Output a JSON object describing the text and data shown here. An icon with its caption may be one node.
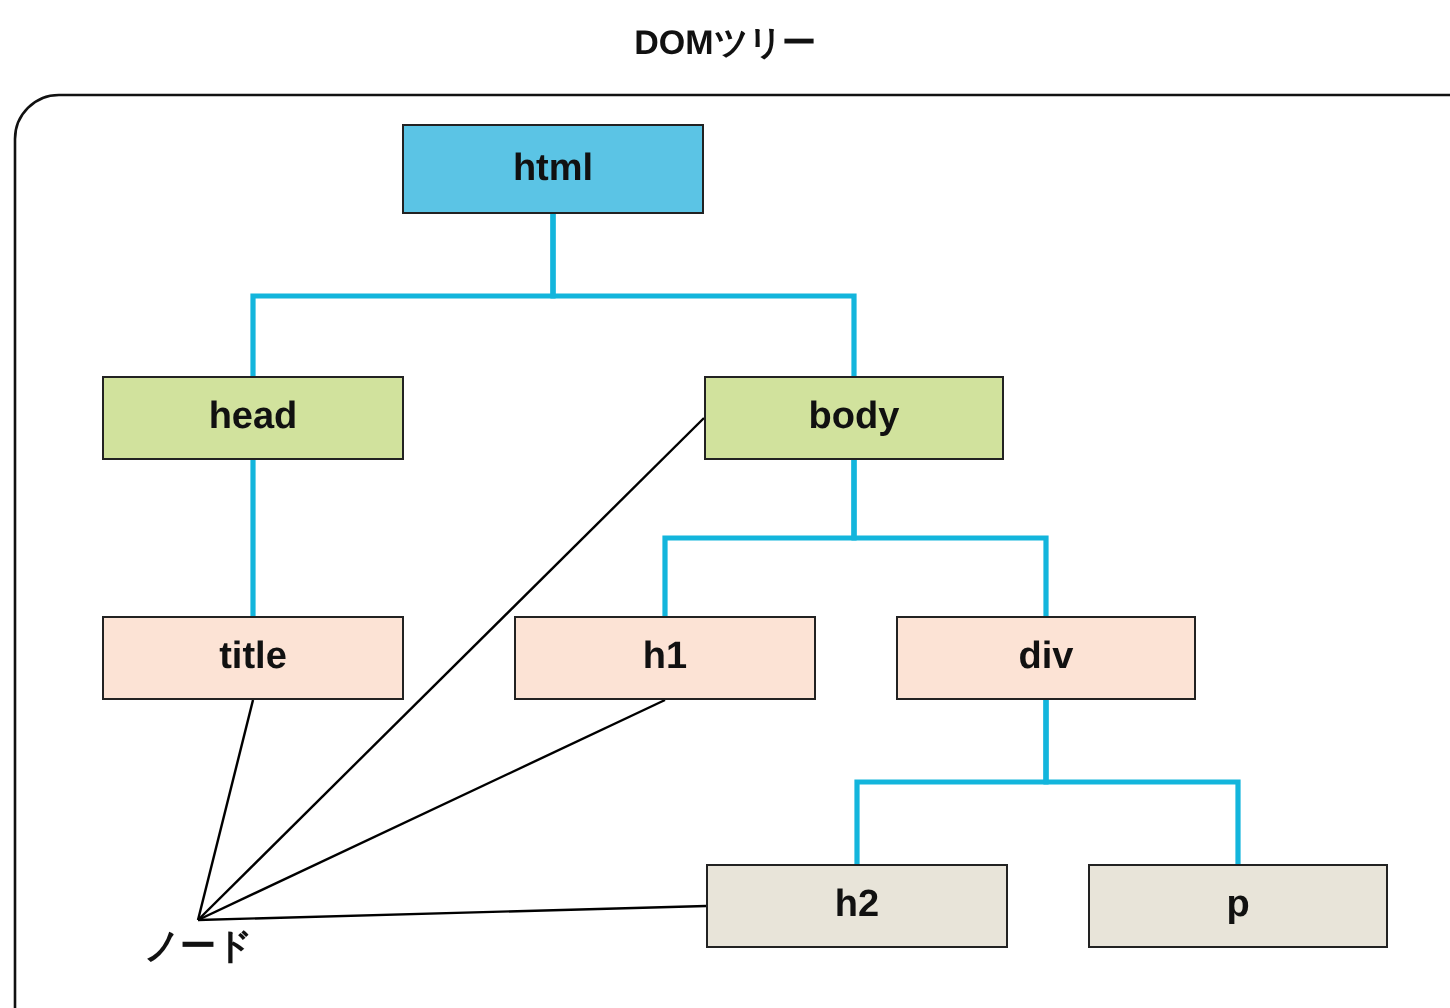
{
  "diagram": {
    "title": "DOMツリー",
    "nodes": [
      {
        "text": [
          "html"
        ]
      },
      {
        "text": [
          "head"
        ]
      },
      {
        "text": [
          "body"
        ]
      },
      {
        "text": [
          "title"
        ]
      },
      {
        "text": [
          "h1"
        ]
      },
      {
        "text": [
          "div"
        ]
      },
      {
        "text": [
          "h2"
        ]
      },
      {
        "text": [
          "p"
        ]
      },
      {
        "text": [
          "ノード"
        ]
      }
    ],
    "edges": [
      {
        "from": 0,
        "to": 1,
        "arrow": "none"
      },
      {
        "from": 0,
        "to": 2,
        "arrow": "none"
      },
      {
        "from": 1,
        "to": 3,
        "arrow": "none"
      },
      {
        "from": 2,
        "to": 4,
        "arrow": "none"
      },
      {
        "from": 2,
        "to": 5,
        "arrow": "none"
      },
      {
        "from": 5,
        "to": 6,
        "arrow": "none"
      },
      {
        "from": 5,
        "to": 7,
        "arrow": "none"
      },
      {
        "from": 8,
        "to": 3,
        "arrow": "none",
        "color": "#000000"
      },
      {
        "from": 8,
        "to": 2,
        "arrow": "none",
        "color": "#000000"
      },
      {
        "from": 8,
        "to": 4,
        "arrow": "none",
        "color": "#000000"
      },
      {
        "from": 8,
        "to": 6,
        "arrow": "none",
        "color": "#000000"
      }
    ]
  }
}
